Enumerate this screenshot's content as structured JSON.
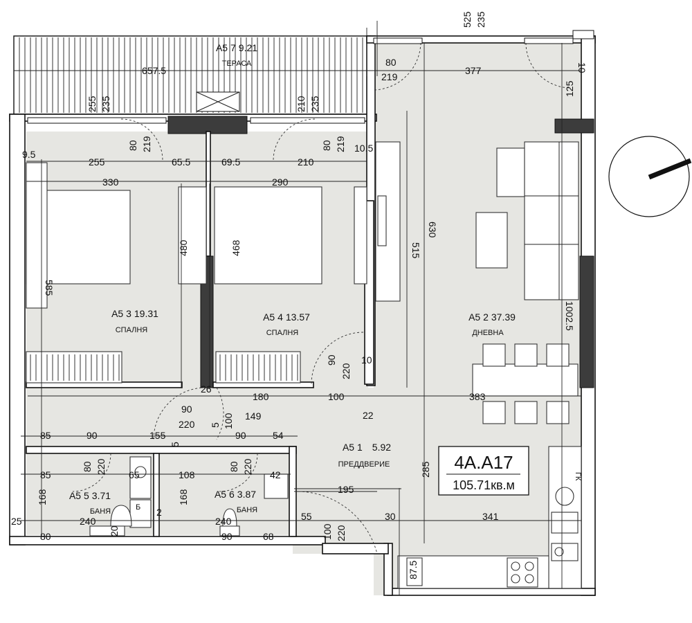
{
  "rooms": {
    "terrace": {
      "code": "A5 7",
      "area": "9.21",
      "name": "ТЕРАСА"
    },
    "bedroom1": {
      "code": "A5 3",
      "area": "19.31",
      "name": "СПАЛНЯ"
    },
    "bedroom2": {
      "code": "A5 4",
      "area": "13.57",
      "name": "СПАЛНЯ"
    },
    "living": {
      "code": "A5 2",
      "area": "37.39",
      "name": "ДНЕВНА"
    },
    "hall": {
      "code": "A5 1",
      "area": "5.92",
      "name": "ПРЕДДВЕРИЕ"
    },
    "bath1": {
      "code": "A5 5",
      "area": "3.71",
      "name": "БАНЯ"
    },
    "bath2": {
      "code": "A5 6",
      "area": "3.87",
      "name": "БАНЯ"
    }
  },
  "unit": {
    "id": "4A.A17",
    "area": "105.71кв.м"
  },
  "dimensions": {
    "d525": "525",
    "d235a": "235",
    "d657_5": "657.5",
    "d80a": "80",
    "d219a": "219",
    "d377": "377",
    "d10a": "10",
    "d125": "125",
    "d255a": "255",
    "d235b": "235",
    "d210a": "210",
    "d235c": "235",
    "d80b": "80",
    "d219b": "219",
    "d80c": "80",
    "d219c": "219",
    "d9_5": "9.5",
    "d255b": "255",
    "d65_5": "65.5",
    "d69_5": "69.5",
    "d210b": "210",
    "d10_5": "10.5",
    "d330": "330",
    "d290": "290",
    "d630": "630",
    "d515": "515",
    "d480": "480",
    "d468": "468",
    "d585": "585",
    "d1002_5": "1002.5",
    "d90a": "90",
    "d220a": "220",
    "d10b": "10",
    "d26": "26",
    "d180": "180",
    "d100a": "100",
    "d383": "383",
    "d90b": "90",
    "d220b": "220",
    "d100b": "100",
    "d149": "149",
    "d22": "22",
    "d85a": "85",
    "d90c": "90",
    "d155": "155",
    "d5a": "5",
    "d5b": "5",
    "d90d": "90",
    "d54": "54",
    "d80d": "80",
    "d220c": "220",
    "d80e": "80",
    "d220d": "220",
    "d85b": "85",
    "d65b": "65",
    "d108": "108",
    "d42": "42",
    "d285": "285",
    "d195": "195",
    "d168a": "168",
    "d168b": "168",
    "d2": "2",
    "d25": "25",
    "d240a": "240",
    "d240b": "240",
    "d55": "55",
    "d30": "30",
    "d341": "341",
    "d100c": "100",
    "d220e": "220",
    "d80f": "80",
    "d20": "20",
    "d90e": "90",
    "d68": "68",
    "d87_5": "87.5"
  },
  "labels": {
    "b": "Б",
    "gk": "ГК"
  },
  "colors": {
    "floor": "#e6e6e2",
    "wall": "#111111",
    "column": "#3c3c3c"
  },
  "icons": [
    "north-arrow-icon",
    "sink-icon",
    "toilet-icon",
    "stove-icon",
    "shower-icon"
  ]
}
